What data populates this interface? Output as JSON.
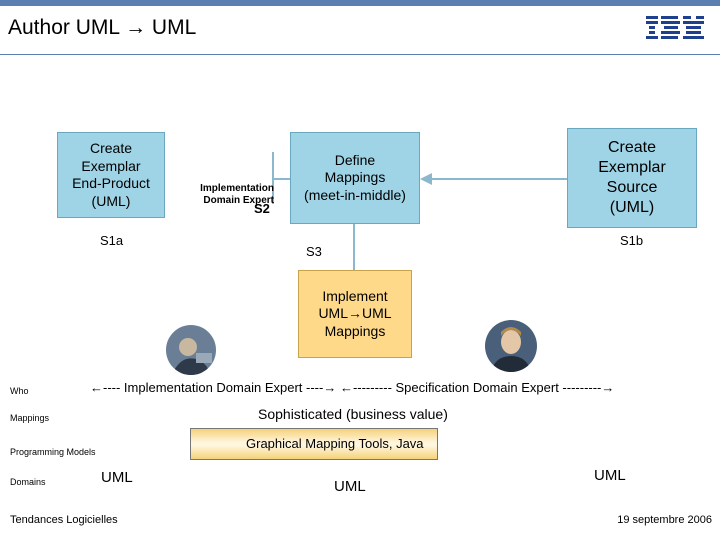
{
  "header": {
    "title": "Author UML → UML",
    "logo": "IBM",
    "accent_color": "#5b7fb0"
  },
  "boxes": {
    "s1a_box": [
      "Create",
      "Exemplar",
      "End-Product",
      "(UML)"
    ],
    "middle_box": [
      "Define",
      "Mappings",
      "(meet-in-middle)"
    ],
    "s1b_box": [
      "Create",
      "Exemplar",
      "Source",
      "(UML)"
    ],
    "implement_box": [
      "Implement",
      "UML→UML",
      "Mappings"
    ]
  },
  "labels": {
    "impl_domain_expert_1": "Implementation",
    "impl_domain_expert_2": "Domain Expert",
    "s2": "S2",
    "s1a": "S1a",
    "s1b": "S1b",
    "s3": "S3"
  },
  "bottom": {
    "who_label": "Who",
    "who_text": "←---- Implementation Domain Expert ----→ ←--------- Specification Domain Expert ---------→",
    "mappings_label": "Mappings",
    "mappings_value": "Sophisticated (business value)",
    "programming_models_label": "Programming Models",
    "programming_models_value": "Graphical Mapping Tools, Java",
    "domains_label": "Domains",
    "domain_left": "UML",
    "domain_middle": "UML",
    "domain_right": "UML"
  },
  "footer": {
    "left": "Tendances Logicielles",
    "right": "19 septembre 2006"
  },
  "colors": {
    "blue_box": "#9fd3e6",
    "orange_box": "#ffd98a",
    "arrow": "#8bb8cc"
  }
}
